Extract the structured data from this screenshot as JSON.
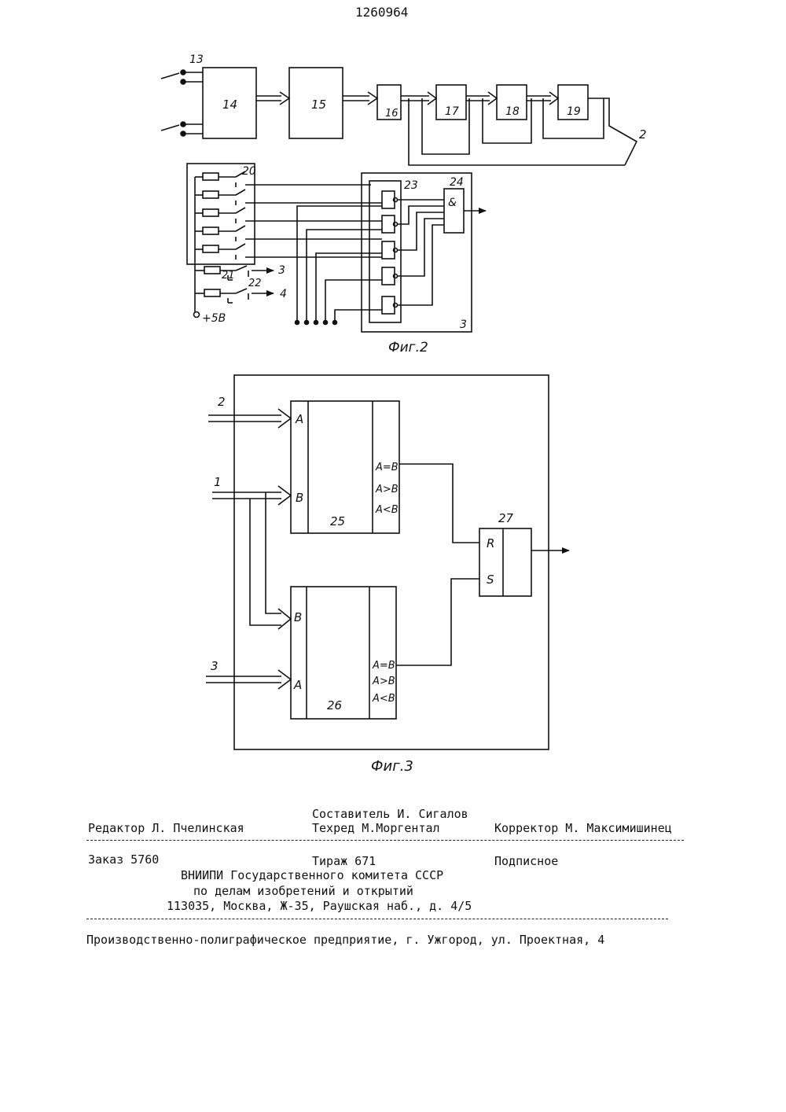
{
  "patent_number": "1260964",
  "fig2": {
    "caption": "Фиг.2",
    "blocks": [
      "14",
      "15",
      "16",
      "17",
      "18",
      "19"
    ],
    "label_13": "13",
    "label_2": "2",
    "label_20": "20",
    "label_21": "21",
    "label_22": "22",
    "label_23": "23",
    "label_24": "24",
    "and_symbol": "&",
    "output_3": "3",
    "output_4": "4",
    "supply": "+5В",
    "box_label": "3"
  },
  "fig3": {
    "caption": "Фиг.3",
    "input_2": "2",
    "input_1": "1",
    "input_3": "3",
    "comp25": {
      "num": "25",
      "a": "A",
      "b": "B",
      "eq": "A=B",
      "gt": "A>B",
      "lt": "A<B"
    },
    "comp26": {
      "num": "26",
      "a": "A",
      "b": "B",
      "eq": "A=B",
      "gt": "A>B",
      "lt": "A<B"
    },
    "trigger": {
      "num": "27",
      "r": "R",
      "s": "S"
    }
  },
  "colophon": {
    "compiler": "Составитель И. Сигалов",
    "editor": "Редактор Л. Пчелинская",
    "techred": "Техред М.Моргентал",
    "corrector": "Корректор М. Максимишинец",
    "order": "Заказ 5760",
    "circulation": "Тираж 671",
    "subscription": "Подписное",
    "org_line1": "ВНИИПИ Государственного комитета СССР",
    "org_line2": "по делам изобретений и открытий",
    "org_line3": "113035, Москва, Ж-35, Раушская наб., д. 4/5",
    "printer": "Производственно-полиграфическое предприятие, г. Ужгород, ул. Проектная, 4"
  }
}
